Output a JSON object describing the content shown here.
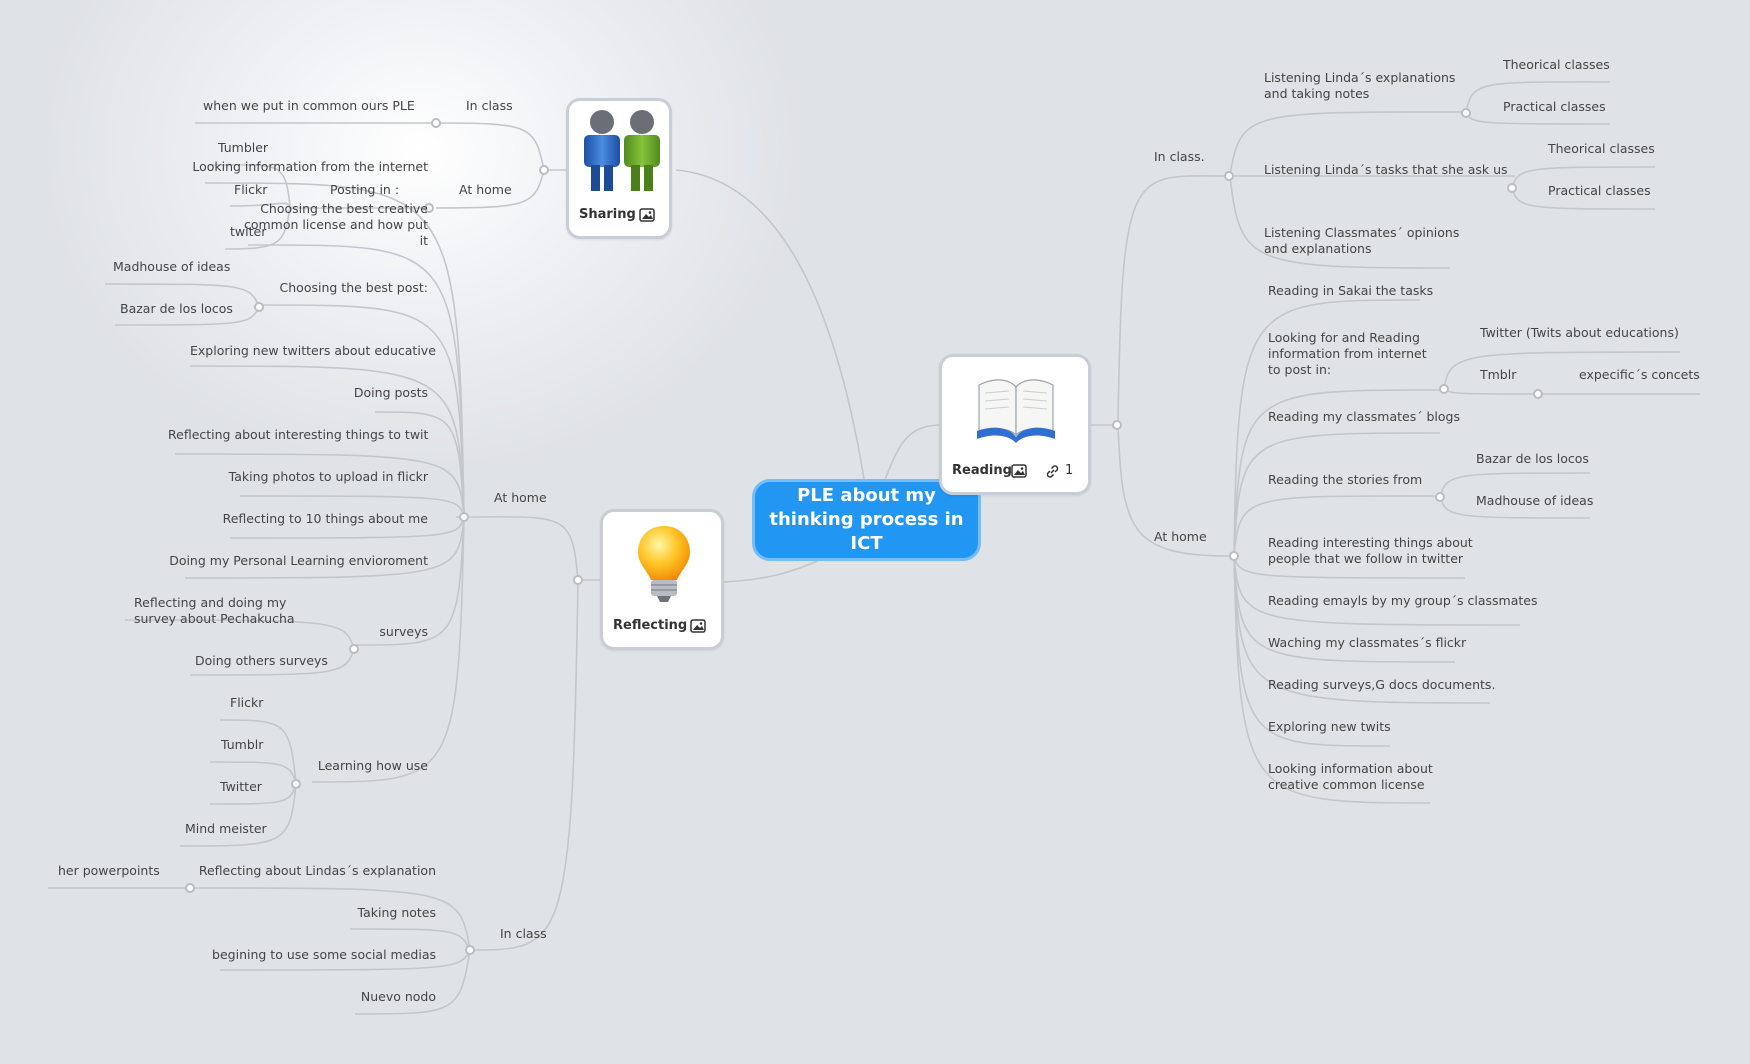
{
  "central": {
    "title": "PLE about my thinking process in ICT"
  },
  "sharing": {
    "title": "Sharing",
    "in_class": {
      "label": "In class",
      "child": "when we put in common ours PLE"
    },
    "at_home": {
      "label": "At home",
      "posting_label": "Posting in :",
      "posting_items": [
        "Tumbler",
        "Flickr",
        "twiter"
      ]
    }
  },
  "reading": {
    "title": "Reading",
    "link_count": "1",
    "in_class": {
      "label": "In class.",
      "linda_explanations": "Listening Linda´s explanations and taking notes",
      "linda_explanations_children": [
        "Theorical classes",
        "Practical classes"
      ],
      "linda_tasks": "Listening Linda´s tasks that she ask us",
      "linda_tasks_children": [
        "Theorical classes",
        "Practical classes"
      ],
      "classmates_opinions": "Listening Classmates´ opinions and explanations"
    },
    "at_home": {
      "label": "At home",
      "sakai": "Reading in Sakai the tasks",
      "looking_for": "Looking for and Reading information from internet to post in:",
      "twitter": "Twitter (Twits about educations)",
      "tmblr": "Tmblr",
      "tmblr_child": "expecific´s concets",
      "classmates_blogs": "Reading my classmates´ blogs",
      "stories": "Reading the stories from",
      "stories_children": [
        "Bazar de los locos",
        "Madhouse of ideas"
      ],
      "twitter_people": "Reading interesting things about people that we follow in twitter",
      "emayls": "Reading emayls by my group´s classmates",
      "flickr": "Waching my classmates´s flickr",
      "surveys": "Reading surveys,G docs documents.",
      "new_twits": "Exploring new twits",
      "creative_common": "Looking information about creative common license"
    }
  },
  "reflecting": {
    "title": "Reflecting",
    "at_home": {
      "label": "At home",
      "looking_info": "Looking information from the internet",
      "creative_license": "Choosing the best creative common license and how put it",
      "best_post": "Choosing the best post:",
      "best_post_children": [
        "Madhouse of ideas",
        "Bazar de los locos"
      ],
      "new_twitters": "Exploring new twitters about educative",
      "doing_posts": "Doing posts",
      "things_to_twit": "Reflecting about interesting things to twit",
      "photos": "Taking photos to upload in flickr",
      "ten_things": "Reflecting to 10 things about me",
      "ple": "Doing my Personal Learning envioroment",
      "surveys": "surveys",
      "surveys_children": [
        "Reflecting and doing my survey about Pechakucha",
        "Doing others surveys"
      ],
      "learning": "Learning how use",
      "learning_children": [
        "Flickr",
        "Tumblr",
        "Twitter",
        "Mind meister"
      ]
    },
    "in_class": {
      "label": "In class",
      "lindas_explanation": "Reflecting about Lindas´s explanation",
      "lindas_explanation_child": "her powerpoints",
      "taking_notes": "Taking notes",
      "social_medias": "begining to use some social medias",
      "nuevo_nodo": "Nuevo nodo"
    }
  },
  "colors": {
    "central_fill": "#2196f3",
    "central_border": "#74bdf8",
    "line": "#c3c7cd",
    "background": "#dfe2e6"
  },
  "icons": [
    "people-icon",
    "book-icon",
    "lightbulb-icon",
    "image-icon",
    "link-icon"
  ]
}
